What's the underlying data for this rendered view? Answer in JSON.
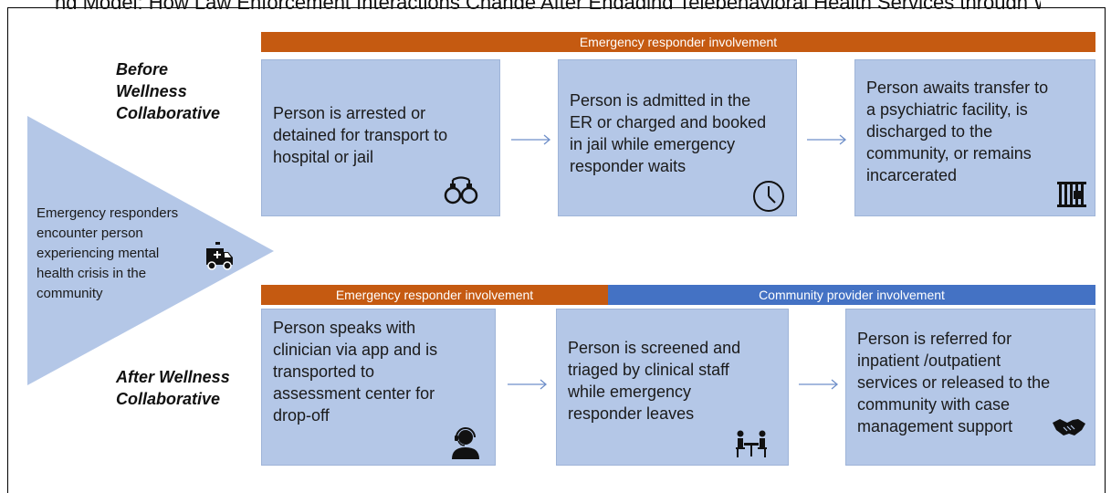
{
  "page_top_text": "ng Model: How Law Enforcement Interactions Change After Engaging Telebehavioral Health Services through Wellness Collaborative",
  "labels": {
    "before": [
      "Before",
      "Wellness",
      "Collaborative"
    ],
    "after": [
      "After Wellness",
      "Collaborative"
    ]
  },
  "trigger": {
    "lines": [
      "Emergency responders",
      "encounter person",
      "experiencing mental",
      "health crisis in the",
      "community"
    ],
    "icon": "ambulance-icon"
  },
  "before_row": {
    "banner": "Emergency responder involvement",
    "steps": [
      {
        "lines": [
          "Person is arrested or",
          "detained for transport to",
          "hospital or jail"
        ],
        "icon": "handcuffs-icon"
      },
      {
        "lines": [
          "Person is admitted in the",
          "ER or charged and booked",
          "in jail while emergency",
          "responder waits"
        ],
        "icon": "clock-icon"
      },
      {
        "lines": [
          "Person awaits transfer to",
          "a psychiatric facility, is",
          "discharged to the",
          "community, or remains",
          "incarcerated"
        ],
        "icon": "jail-icon"
      }
    ]
  },
  "after_row": {
    "banner_left": "Emergency responder involvement",
    "banner_right": "Community provider involvement",
    "steps": [
      {
        "lines": [
          "Person speaks with",
          "clinician via app and is",
          "transported to",
          "assessment center for",
          "drop-off"
        ],
        "icon": "headset-person-icon"
      },
      {
        "lines": [
          "Person is screened and",
          "triaged by clinical staff",
          "while emergency",
          "responder leaves"
        ],
        "icon": "meeting-icon"
      },
      {
        "lines": [
          "Person is referred for",
          "inpatient /outpatient",
          "services or released to the",
          "community with case",
          "management support"
        ],
        "icon": "handshake-icon"
      }
    ]
  },
  "colors": {
    "orange_banner": "#c55a11",
    "blue_banner": "#4472c4",
    "box_fill": "#b4c7e7",
    "triangle_fill": "#b4c7e7"
  }
}
